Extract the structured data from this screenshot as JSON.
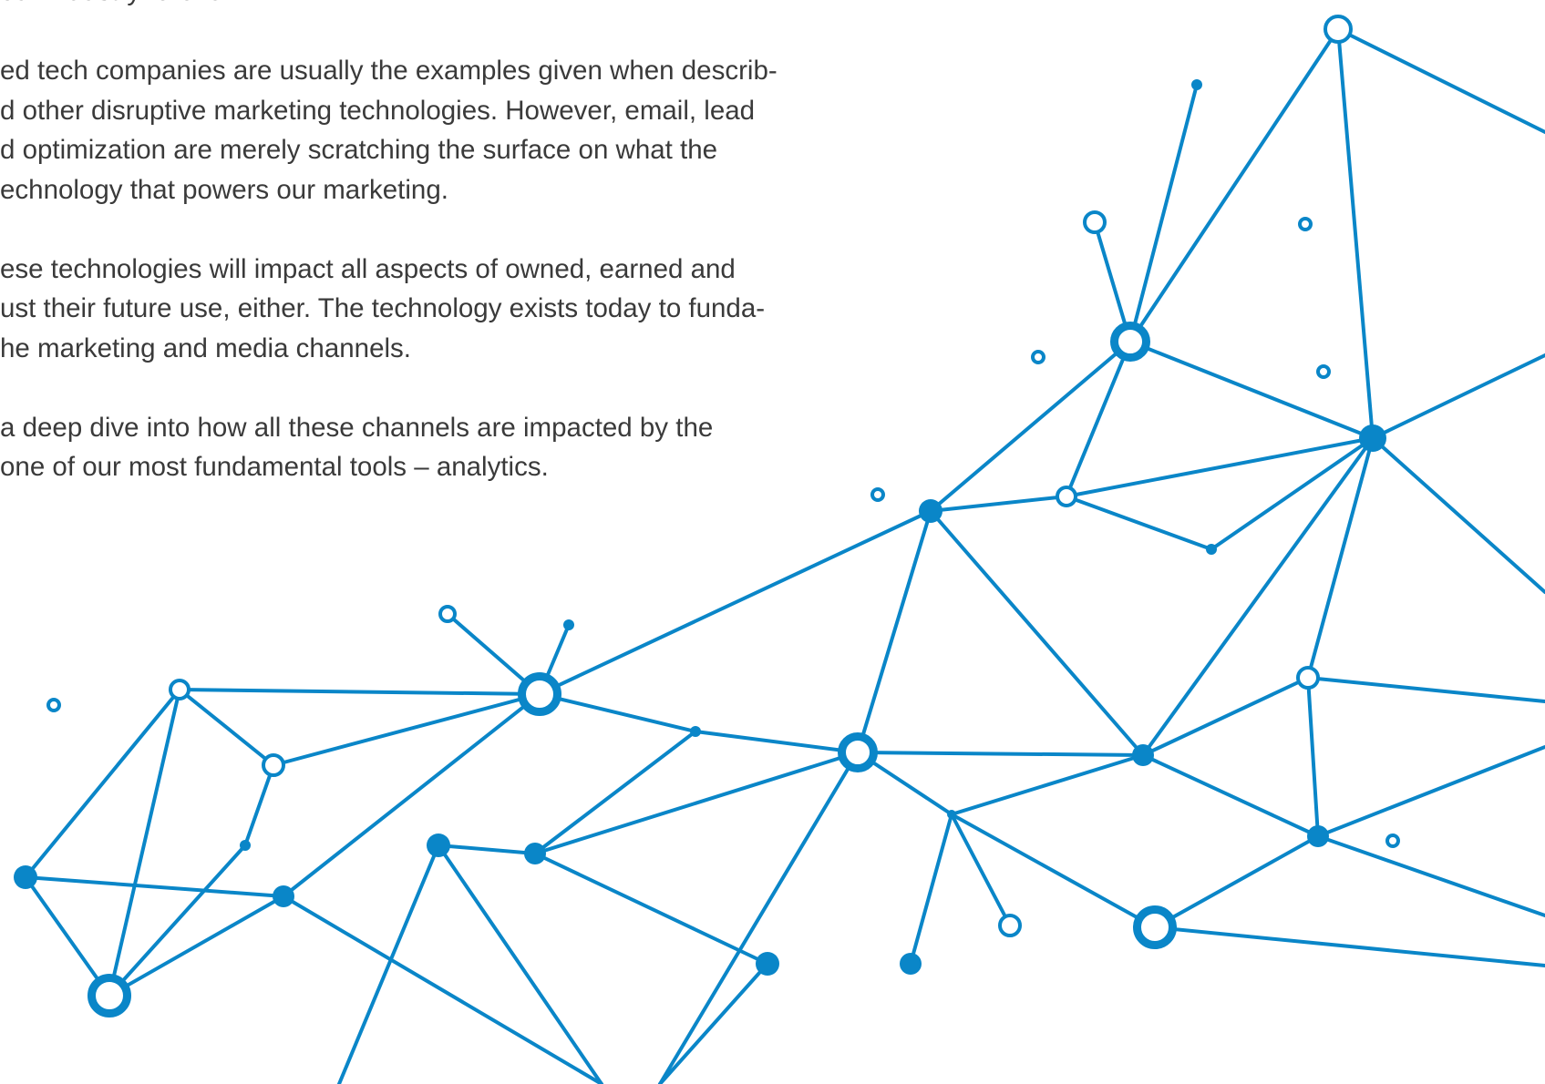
{
  "document": {
    "paragraphs": [
      {
        "lines": [
          "our industry forever."
        ]
      },
      {
        "lines": [
          "ed tech companies are usually the examples given when describ-",
          "d other disruptive marketing technologies. However, email, lead",
          "d optimization are merely scratching the surface on what the",
          "echnology that powers our marketing."
        ]
      },
      {
        "lines": [
          "ese technologies will impact all aspects of owned, earned and",
          "ust their future use, either. The technology exists today to funda-",
          "he marketing and media channels."
        ]
      },
      {
        "lines": [
          "a deep dive into how all these channels are impacted by the",
          "one of our most fundamental tools – analytics."
        ]
      }
    ]
  },
  "graphic": {
    "name": "network-node-illustration",
    "accent_color": "#0a86c8",
    "background_color": "#ffffff"
  }
}
